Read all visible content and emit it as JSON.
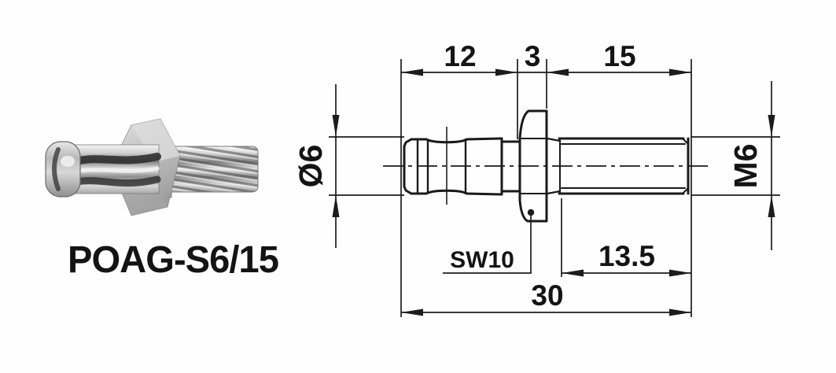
{
  "part_label": "POAG-S6/15",
  "drawing": {
    "dims": {
      "top_left": "12",
      "top_mid": "3",
      "top_right": "15",
      "plug_diameter": "Ø6",
      "thread_size": "M6",
      "wrench_size": "SW10",
      "thread_usable_length": "13.5",
      "overall_length": "30"
    },
    "line_color": "#1a1a1a",
    "background_color": "#fefefe"
  }
}
